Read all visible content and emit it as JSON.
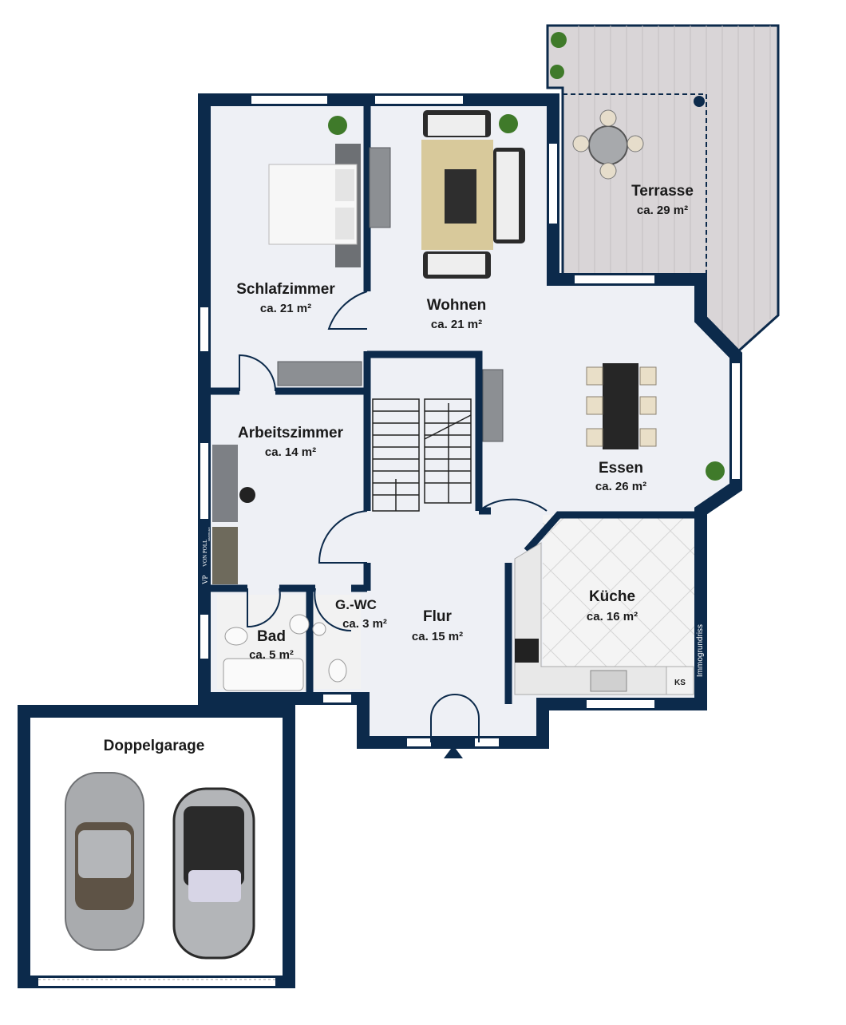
{
  "colors": {
    "wall": "#0c2a4b",
    "floor": "#eef0f5",
    "terrace": "#d9d5d7",
    "kitchen_tile": "#f4f4f4"
  },
  "rooms": [
    {
      "name": "Schlafzimmer",
      "area": "ca. 21 m²"
    },
    {
      "name": "Wohnen",
      "area": "ca. 21 m²"
    },
    {
      "name": "Terrasse",
      "area": "ca. 29 m²"
    },
    {
      "name": "Essen",
      "area": "ca. 26 m²"
    },
    {
      "name": "Arbeitszimmer",
      "area": "ca. 14 m²"
    },
    {
      "name": "Küche",
      "area": "ca. 16 m²"
    },
    {
      "name": "G.-WC",
      "area": "ca. 3 m²"
    },
    {
      "name": "Bad",
      "area": "ca. 5 m²"
    },
    {
      "name": "Flur",
      "area": "ca. 15 m²"
    },
    {
      "name": "Doppelgarage"
    }
  ],
  "fixtures": {
    "fridge_label": "KS"
  },
  "credits": {
    "watermark": "Immogrundriss",
    "logo_initials": "VP",
    "logo_name": "VON POLL",
    "logo_sub": "IMMOBILIEN"
  },
  "icons": [
    "plant-icon",
    "entrance-arrow-icon",
    "car-icon"
  ]
}
